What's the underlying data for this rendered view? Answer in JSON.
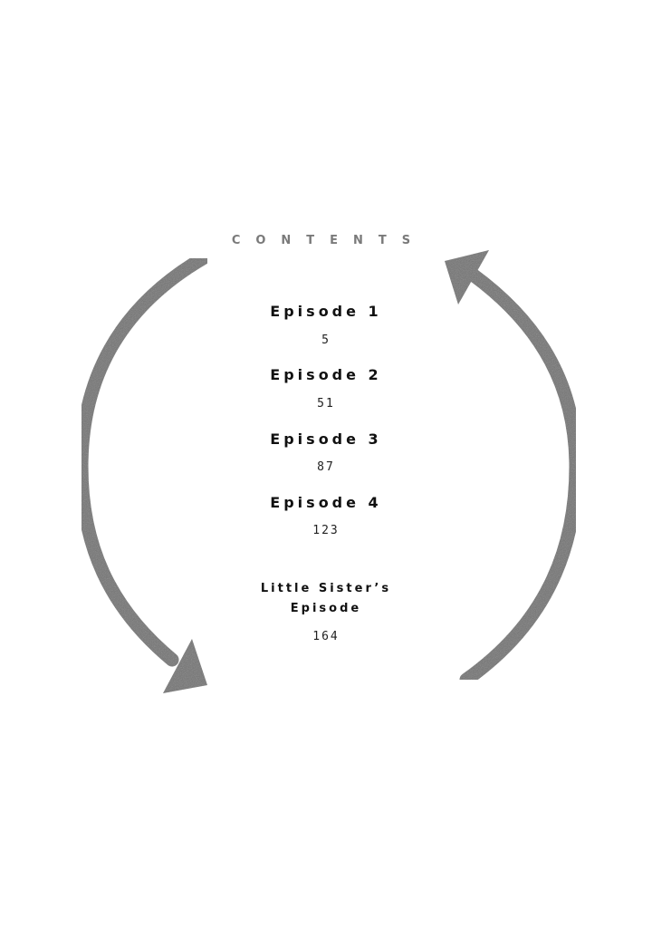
{
  "contents": {
    "heading": "CONTENTS",
    "entries": [
      {
        "title": "Episode 1",
        "page": "5"
      },
      {
        "title": "Episode 2",
        "page": "51"
      },
      {
        "title": "Episode 3",
        "page": "87"
      },
      {
        "title": "Episode 4",
        "page": "123"
      },
      {
        "title_line1": "Little Sister’s",
        "title_line2": "Episode",
        "page": "164"
      }
    ]
  },
  "decor": {
    "arrows": [
      "curved-arrow-down-icon",
      "curved-arrow-up-icon"
    ],
    "arrow_color": "#6e6e6e"
  }
}
